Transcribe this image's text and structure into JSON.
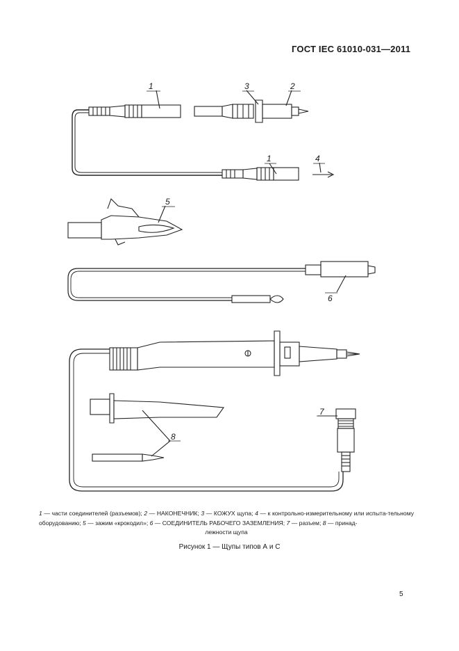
{
  "header": {
    "standard": "ГОСТ IEC 61010-031—2011"
  },
  "figure": {
    "callouts": [
      "1",
      "3",
      "2",
      "1",
      "4",
      "5",
      "6",
      "7",
      "8"
    ],
    "legend": [
      {
        "num": "1",
        "text": " — части соединителей (разъемов); "
      },
      {
        "num": "2",
        "text": " — НАКОНЕЧНИК; "
      },
      {
        "num": "3",
        "text": " — КОЖУХ щупа; "
      },
      {
        "num": "4",
        "text": " — к контрольно-измерительному или испыта-тельному оборудованию; "
      },
      {
        "num": "5",
        "text": " — зажим «крокодил»; "
      },
      {
        "num": "6",
        "text": " — СОЕДИНИТЕЛЬ РАБОЧЕГО ЗАЗЕМЛЕНИЯ; "
      },
      {
        "num": "7",
        "text": " — разъем; "
      },
      {
        "num": "8",
        "text": " — принад-"
      }
    ],
    "legend_tail": "лежности щупа",
    "title": "Рисунок 1 — Щупы типов А и С"
  },
  "page_number": "5"
}
